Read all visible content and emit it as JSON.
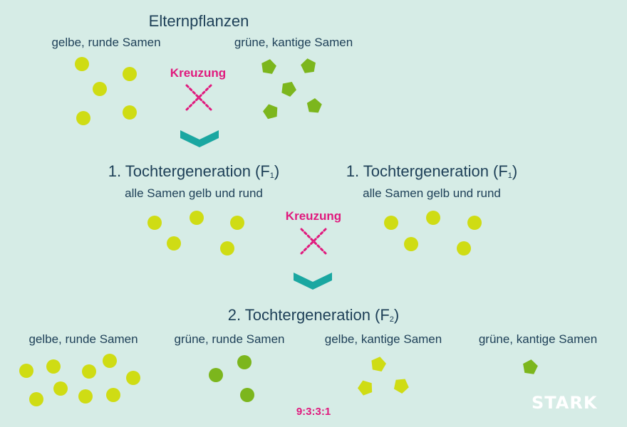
{
  "parents": {
    "title": "Elternpflanzen",
    "left_label": "gelbe, runde Samen",
    "right_label": "grüne, kantige Samen",
    "cross_label": "Kreuzung"
  },
  "f1": {
    "title_text": "1. Tochtergeneration (F",
    "title_sub": "1",
    "title_close": ")",
    "label": "alle Samen gelb und rund",
    "cross_label": "Kreuzung"
  },
  "f2": {
    "title_text": "2. Tochtergeneration (F",
    "title_sub": "2",
    "title_close": ")",
    "groups": [
      {
        "label": "gelbe, runde Samen",
        "count": 9
      },
      {
        "label": "grüne, runde Samen",
        "count": 3
      },
      {
        "label": "gelbe, kantige Samen",
        "count": 3
      },
      {
        "label": "grüne, kantige Samen",
        "count": 1
      }
    ],
    "ratio": "9:3:3:1"
  },
  "logo": "STARK",
  "colors": {
    "background": "#d6ece6",
    "yellow_seed": "#cfdc14",
    "green_seed": "#7cb61d",
    "cross": "#e0197d",
    "arrow": "#1aa7a1",
    "text": "#1d3f57"
  }
}
